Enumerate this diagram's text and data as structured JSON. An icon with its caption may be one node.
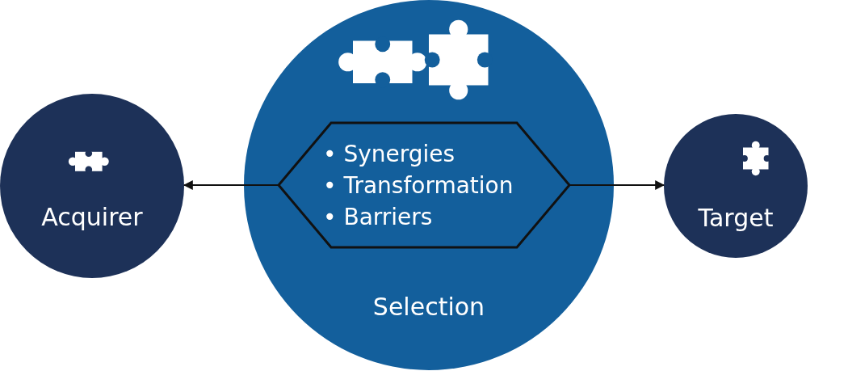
{
  "diagram": {
    "nodes": [
      {
        "text": [
          "Selection"
        ]
      },
      {
        "text": [
          "• Synergies",
          "• Transformation",
          "• Barriers"
        ],
        "in": 0
      },
      {
        "text": [
          "Acquirer"
        ]
      },
      {
        "text": [
          "Target"
        ]
      }
    ],
    "edges": [
      {
        "from": 1,
        "to": 2,
        "arrow": "to"
      },
      {
        "from": 1,
        "to": 3,
        "arrow": "to"
      }
    ]
  }
}
